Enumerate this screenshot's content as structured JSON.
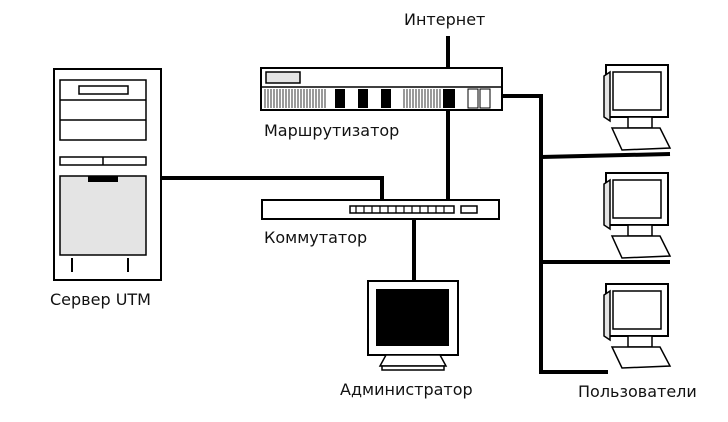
{
  "labels": {
    "internet": "Интернет",
    "router": "Маршрутизатор",
    "switch": "Коммутатор",
    "server": "Сервер UTM",
    "admin": "Администратор",
    "users": "Пользователи"
  },
  "colors": {
    "line": "#000000",
    "device_fill": "#ffffff",
    "device_shade": "#e4e4e4",
    "text": "#111111"
  }
}
